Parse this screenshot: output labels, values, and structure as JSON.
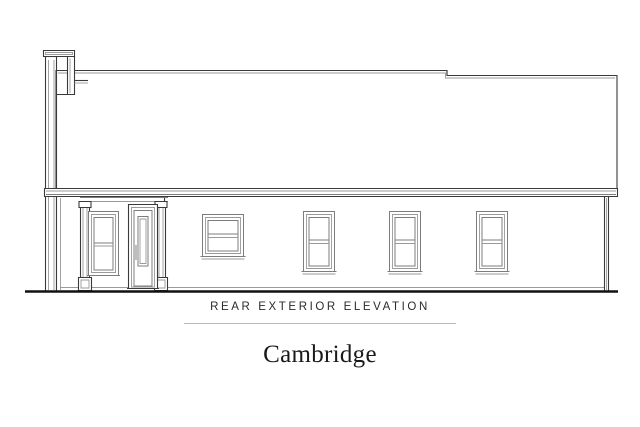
{
  "sheet": {
    "background_color": "#ffffff",
    "line_color": "#3a3a3a",
    "light_line_color": "#8c8c8c",
    "ground_color": "#111111"
  },
  "caption": {
    "label": "REAR EXTERIOR ELEVATION",
    "plan_name": "Cambridge",
    "rule_color": "#b9b9b9"
  },
  "drawing": {
    "title": "Rear exterior elevation line drawing",
    "elements": [
      {
        "name": "chimney",
        "note": "Left masonry chimney with cap, runs full height to grade"
      },
      {
        "name": "chimney-cap",
        "note": "Thin horizontal cap slab at chimney top"
      },
      {
        "name": "upper-roof-mass",
        "note": "Large gable/roof plane stepping down at right"
      },
      {
        "name": "roof-step",
        "note": "Roofline steps down toward the right end"
      },
      {
        "name": "eave-fascia-band",
        "note": "Horizontal fascia band separating roof from wall"
      },
      {
        "name": "main-wall",
        "note": "Rear wall plane of the house"
      },
      {
        "name": "porch",
        "note": "Covered entry porch at left with two posts"
      },
      {
        "name": "entry-door",
        "note": "Single panel entry door on porch"
      },
      {
        "name": "porch-window",
        "note": "Double-hung window inside porch bay"
      },
      {
        "name": "window-1",
        "note": "Square double-hung window"
      },
      {
        "name": "window-2",
        "note": "Tall double-hung window"
      },
      {
        "name": "window-3",
        "note": "Tall double-hung window"
      },
      {
        "name": "window-4",
        "note": "Tall double-hung window"
      },
      {
        "name": "grade-line",
        "note": "Heavy ground line at base of elevation"
      }
    ]
  }
}
